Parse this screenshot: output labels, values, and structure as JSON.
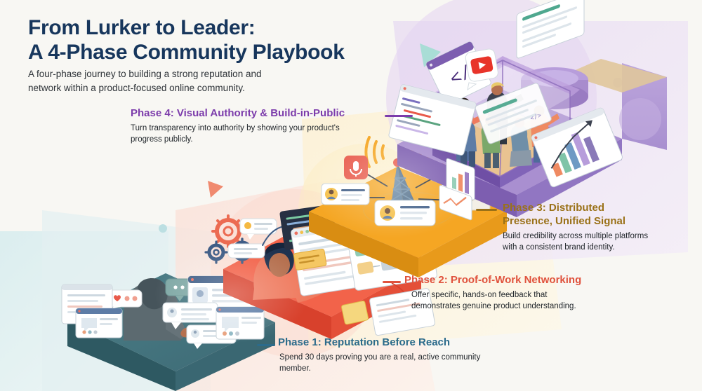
{
  "header": {
    "title": "From Lurker to Leader:\nA 4-Phase Community Playbook",
    "subtitle": "A four-phase journey to building a strong reputation and\nnetwork within a product-focused online community."
  },
  "colors": {
    "background": "#f8f7f3",
    "title": "#17365c",
    "phase1": "#2c6b8b",
    "phase2": "#e0523d",
    "phase3": "#9a7118",
    "phase4": "#7c3cab",
    "phase1_slab": "#3f6d78",
    "phase2_slab": "#f2634a",
    "phase3_slab": "#f5a623",
    "phase4_slab": "#8e6bbf"
  },
  "phases": [
    {
      "id": "phase-1",
      "heading": "Phase 1: Reputation Before Reach",
      "description": "Spend 30 days proving you are a real, active community\nmember.",
      "color": "#2c6b8b",
      "scene": "lurker-observing-feed"
    },
    {
      "id": "phase-2",
      "heading": "Phase 2: Proof-of-Work Networking",
      "description": "Offer specific, hands-on feedback that\ndemonstrates genuine product understanding.",
      "color": "#e0523d",
      "scene": "person-reviewing-screens"
    },
    {
      "id": "phase-3",
      "heading": "Phase 3: Distributed\nPresence, Unified Signal",
      "description": "Build credibility across multiple platforms\nwith a consistent brand identity.",
      "color": "#9a7118",
      "scene": "broadcast-tower-distribution"
    },
    {
      "id": "phase-4",
      "heading": "Phase 4: Visual Authority & Build-in-Public",
      "description": "Turn transparency into authority by showing your product's\nprogress publicly.",
      "color": "#7c3cab",
      "scene": "glass-house-team-dashboards"
    }
  ],
  "icons": {
    "phase4": [
      "code-window-icon",
      "youtube-play-icon",
      "bar-chart-icon",
      "line-chart-icon",
      "dashboard-window-icon",
      "plant-icon"
    ],
    "phase3": [
      "broadcast-tower-icon",
      "podcast-microphone-icon",
      "profile-card-icon",
      "chat-bubble-icon",
      "envelope-icon"
    ],
    "phase2": [
      "gear-icon",
      "chat-bubble-icon",
      "code-editor-icon",
      "browser-window-icon",
      "sticky-note-icon",
      "cursor-icon",
      "flowchart-icon"
    ],
    "phase1": [
      "hooded-figure-icon",
      "heart-reaction-icon",
      "ellipsis-bubble-icon",
      "profile-card-icon",
      "browser-window-icon"
    ]
  }
}
